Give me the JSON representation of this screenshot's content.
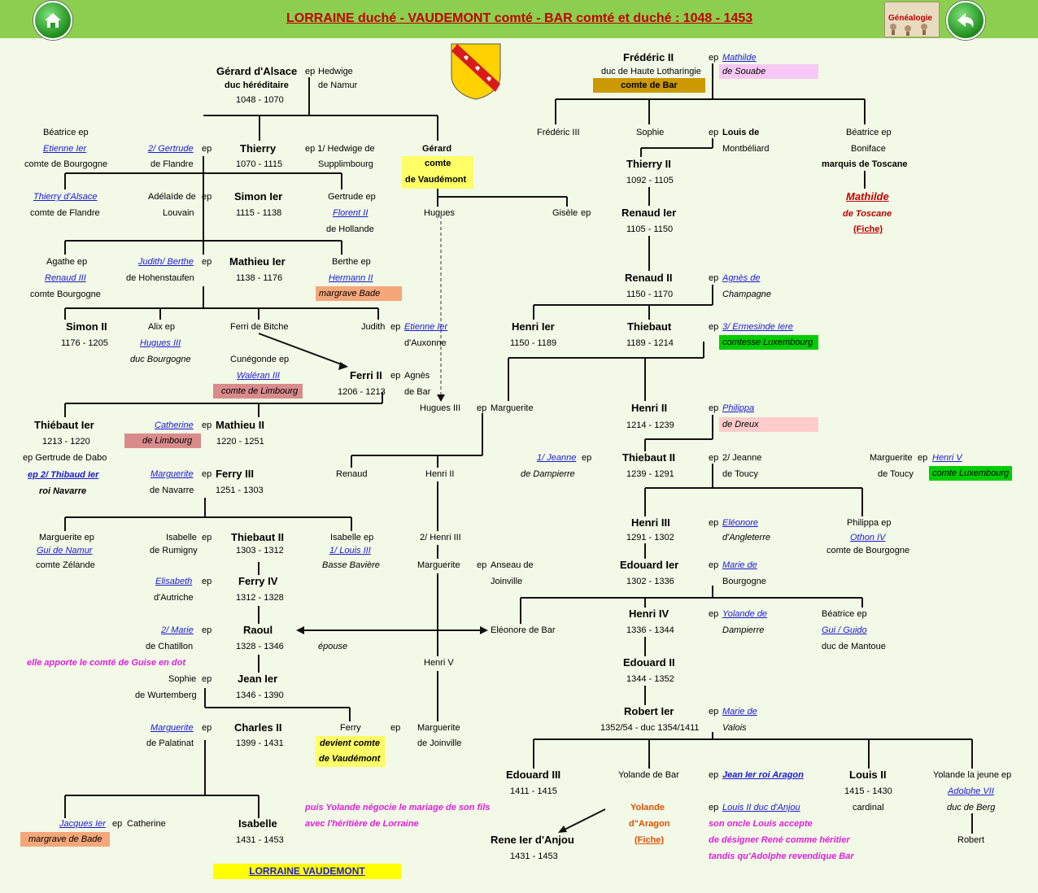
{
  "header": {
    "title": "LORRAINE duché - VAUDEMONT comté - BAR comté et duché : 1048 - 1453",
    "home_label": "home",
    "genealogie_label": "Généalogie",
    "back_label": "back"
  },
  "colors": {
    "topbar": "#8ccf4e",
    "title": "#c00000",
    "link": "#1a1ad4",
    "magenta": "#e020e0",
    "orange": "#e05000",
    "gold_box": "#cc9900",
    "pink_box": "#f7c8f5",
    "yellow_box": "#ffff66",
    "green_box": "#00cc00",
    "salmon_box": "#f5a77a",
    "rose_box": "#d98b8b",
    "lightpink_box": "#ffcccc"
  },
  "l": {
    "gerard_alsace": "Gérard d'Alsace",
    "gerard_ep": "ep",
    "hedwige": "Hedwige",
    "duc_hered": "duc héréditaire",
    "de_namur": "de Namur",
    "g_dates": "1048 - 1070",
    "beatrice_ep": "Béatrice ep",
    "etienne1": "Etienne Ier",
    "comte_bourg1": "comte de Bourgogne",
    "gertrude2": "2/ Gertrude",
    "ep1": "ep",
    "de_flandre": "de Flandre",
    "thierry": "Thierry",
    "thierry_dates": "1070 - 1115",
    "ep_hedwige": "ep 1/ Hedwige de",
    "supplimbourg": "Supplimbourg",
    "gerard_v": "Gérard",
    "comte_v": "comte",
    "de_vaud": "de Vaudémont",
    "thierry_alsace": "Thierry d'Alsace",
    "comte_flandre": "comte de Flandre",
    "adelaide": "Adélaïde de",
    "louvain": "Louvain",
    "ep2": "ep",
    "simon1": "Simon Ier",
    "simon1_dates": "1115 - 1138",
    "gertrude_ep": "Gertrude ep",
    "florent": "Florent II",
    "de_hollande": "de Hollande",
    "hugues": "Hugues",
    "gisele": "Gisèle",
    "gisele_ep": "ep",
    "agathe_ep": "Agathe ep",
    "renaud3": "Renaud III",
    "comte_bourg2": "comte Bourgogne",
    "judith": "Judith/ Berthe",
    "ep3": "ep",
    "hohenstaufen": "de Hohenstaufen",
    "mathieu1": "Mathieu Ier",
    "mathieu1_dates": "1138 - 1176",
    "berthe_ep": "Berthe ep",
    "hermann": "Hermann II",
    "margrave_bade1": "margrave  Bade",
    "simon2": "Simon II",
    "simon2_dates": "1176 - 1205",
    "alix_ep": "Alix ep",
    "hugues3": "Hugues III",
    "duc_bourg": "duc Bourgogne",
    "ferri_bitche": "Ferri de Bitche",
    "cunegonde": "Cunégonde ep",
    "waleran": "Waléran III",
    "comte_limbourg": "comte de Limbourg",
    "judith2": "Judith",
    "ep4": "ep",
    "etienne1b": "Etienne Ier",
    "dauxonne": "d'Auxonne",
    "ferri2": "Ferri II",
    "ferri2_ep": "ep",
    "agnes": "Agnès",
    "de_bar": "de Bar",
    "ferri2_dates": "1206 - 1213",
    "thiebaut1": "Thiébaut Ier",
    "thiebaut1_dates": "1213 - 1220",
    "ep_gertrude_dabo": "ep Gertrude de Dabo",
    "ep2_thibaud": "ep 2/ Thibaud Ier",
    "roi_navarre": "roi Navarre",
    "catherine": "Catherine",
    "de_limbourg": "de Limbourg",
    "ep5": "ep",
    "mathieu2": "Mathieu II",
    "mathieu2_dates": "1220 - 1251",
    "marguerite_nav": "Marguerite",
    "de_navarre": "de Navarre",
    "ep6": "ep",
    "ferry3": "Ferry III",
    "ferry3_dates": "1251 - 1303",
    "hugues3b": "Hugues III",
    "hugues3b_ep": "ep",
    "marguerite_h": "Marguerite",
    "renaud": "Renaud",
    "henri2_v": "Henri II",
    "marguerite_ep": "Marguerite ep",
    "gui_namur": "Gui de Namur",
    "comte_zelande": "comte Zélande",
    "isabelle_ep": "Isabelle",
    "ep7": "ep",
    "de_rumigny": "de Rumigny",
    "thiebaut2": "Thiebaut II",
    "thiebaut2_dates": "1303 - 1312",
    "isabelle_ep2": "Isabelle ep",
    "louis3": "1/ Louis III",
    "baviere": "Basse Bavière",
    "henri3_v": "2/ Henri III",
    "marguerite_v": "Marguerite",
    "ep_anseau": "ep",
    "anseau": "Anseau de",
    "joinville": "Joinville",
    "elisabeth": "Elisabeth",
    "ep8": "ep",
    "dautriche": "d'Autriche",
    "ferry4": "Ferry IV",
    "ferry4_dates": "1312 - 1328",
    "marie2": "2/ Marie",
    "ep9": "ep",
    "chatillon": "de Chatillon",
    "raoul": "Raoul",
    "raoul_dates": "1328 - 1346",
    "epouse": "épouse",
    "eleonore_bar": "Eléonore de Bar",
    "guise": "elle apporte le comté de Guise en dot",
    "henri5": "Henri V",
    "sophie": "Sophie",
    "ep10": "ep",
    "wurtemberg": "de Wurtemberg",
    "jean1": "Jean Ier",
    "jean1_dates": "1346 - 1390",
    "marguerite_pal": "Marguerite",
    "ep11": "ep",
    "palatinat": "de Palatinat",
    "charles2": "Charles II",
    "charles2_dates": "1399 - 1431",
    "ferry": "Ferry",
    "ferry_ep": "ep",
    "devient1": "devient comte",
    "devient2": "de Vaudémont",
    "marguerite_j": "Marguerite",
    "de_joinville": "de Joinville",
    "jacques1": "Jacques Ier",
    "ep12": "ep",
    "catherine2": "Catherine",
    "margrave_bade2": "margrave de Bade",
    "isabelle": "Isabelle",
    "isabelle_dates": "1431 - 1453",
    "lorraine_vaud": "LORRAINE VAUDEMONT",
    "frederic2": "Frédéric II",
    "frederic2_sub": "duc de Haute Lotharingie",
    "comte_bar": "comte de Bar",
    "ep_mathilde": "ep",
    "mathilde": "Mathilde",
    "de_souabe": "de Souabe",
    "frederic3": "Frédéric III",
    "sophie_b": "Sophie",
    "ep13": "ep",
    "louis_de": "Louis de",
    "montbeliard": "Montbéliard",
    "beatrice_ep2": "Béatrice ep",
    "boniface": "Boniface",
    "marquis_toscane": "marquis de Toscane",
    "mathilde_t": "Mathilde",
    "de_toscane": "de Toscane",
    "fiche1": "(Fiche)",
    "thierry2": "Thierry II",
    "thierry2_dates": "1092 - 1105",
    "renaud1": "Renaud Ier",
    "renaud1_dates": "1105 - 1150",
    "renaud2": "Renaud II",
    "renaud2_dates": "1150 - 1170",
    "ep14": "ep",
    "agnes_de": "Agnès de",
    "champagne": "Champagne",
    "henri1": "Henri Ier",
    "henri1_dates": "1150 - 1189",
    "thiebaut": "Thiebaut",
    "thiebaut_dates": "1189 - 1214",
    "ep15": "ep",
    "ermesinde": "3/ Ermesinde Iere",
    "comtesse_lux": "comtesse Luxembourg",
    "henri2": "Henri II",
    "henri2_dates": "1214 - 1239",
    "ep16": "ep",
    "philippa": "Philippa",
    "de_dreux": "de Dreux",
    "jeanne1": "1/ Jeanne",
    "ep17": "ep",
    "dampierre": "de Dampierre",
    "thiebaut2b": "Thiebaut II",
    "thiebaut2b_dates": "1239 - 1291",
    "ep_jeanne2": "ep",
    "jeanne2": "2/ Jeanne",
    "de_toucy": "de Toucy",
    "marguerite_ep2": "Marguerite",
    "ep18": "ep",
    "henri_v": "Henri V",
    "de_toucy2": "de Toucy",
    "comte_lux": "comte Luxembourg",
    "henri3": "Henri III",
    "henri3_dates": "1291 - 1302",
    "ep19": "ep",
    "eleonore": "Eléonore",
    "dangleterre": "d'Angleterre",
    "philippa_ep": "Philippa ep",
    "othon4": "Othon IV",
    "comte_bourg3": "comte de Bourgogne",
    "edouard1": "Edouard Ier",
    "edouard1_dates": "1302 - 1336",
    "ep20": "ep",
    "marie_de": "Marie de",
    "bourgogne": "Bourgogne",
    "henri4": "Henri IV",
    "henri4_dates": "1336 - 1344",
    "ep21": "ep",
    "yolande_de": "Yolande de",
    "dampierre2": "Dampierre",
    "beatrice_ep3": "Béatrice ep",
    "gui_guido": "Gui / Guido",
    "duc_mantoue": "duc de Mantoue",
    "edouard2": "Edouard II",
    "edouard2_dates": "1344 - 1352",
    "robert1": "Robert Ier",
    "robert1_dates": "1352/54 - duc 1354/1411",
    "ep22": "ep",
    "marie_de2": "Marie de",
    "valois": "Valois",
    "edouard3": "Edouard III",
    "edouard3_dates": "1411 - 1415",
    "yolande_bar": "Yolande de Bar",
    "ep23": "ep",
    "jean1_aragon": "Jean Ier roi Aragon",
    "louis2": "Louis II",
    "louis2_dates": "1415 - 1430",
    "cardinal": "cardinal",
    "yolande_jeune": "Yolande la jeune ep",
    "adolphe7": "Adolphe VII",
    "duc_berg": "duc de Berg",
    "robert": "Robert",
    "puis1": "puis Yolande négocie le mariage de son fils",
    "puis2": "avec l'héritière de Lorraine",
    "yolande_o": "Yolande",
    "daragon": "d\"Aragon",
    "fiche2": "(Fiche)",
    "ep24": "ep",
    "louis2_anjou": "Louis II duc d'Anjou",
    "oncle1": "son oncle Louis accepte",
    "oncle2": "de désigner René comme héritier",
    "oncle3": "tandis qu'Adolphe revendique Bar",
    "rene": "Rene Ier d'Anjou",
    "rene_dates": "1431 - 1453"
  }
}
